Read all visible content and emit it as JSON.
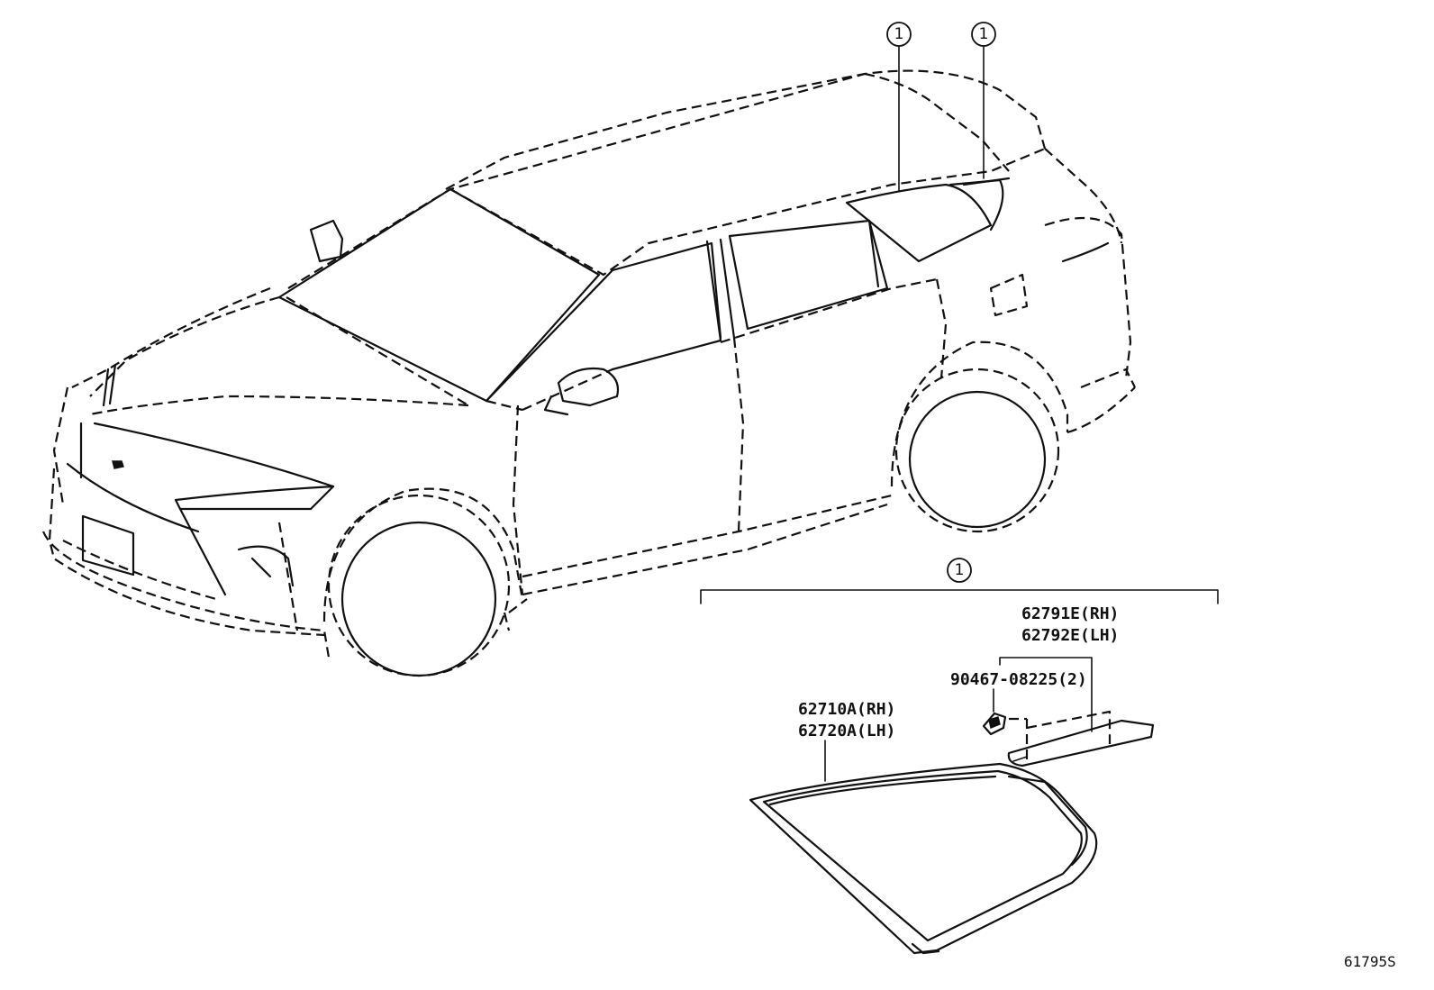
{
  "callouts": {
    "window_left": "1",
    "window_right": "1",
    "assembly": "1"
  },
  "parts": {
    "glass_rh": "62710A(RH)",
    "glass_lh": "62720A(LH)",
    "moulding_rh": "62791E(RH)",
    "moulding_lh": "62792E(LH)",
    "clip": "90467-08225(2)"
  },
  "diagram_id": "61795S",
  "colors": {
    "line": "#111111",
    "background": "#ffffff"
  }
}
